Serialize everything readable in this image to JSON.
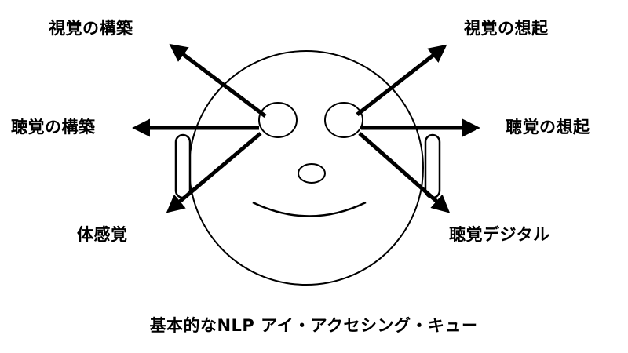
{
  "diagram": {
    "caption": "基本的なNLP アイ・アクセシング・キュー",
    "labels": {
      "visual_construct": "視覚の構築",
      "visual_recall": "視覚の想起",
      "auditory_construct": "聴覚の構築",
      "auditory_recall": "聴覚の想起",
      "kinesthetic": "体感覚",
      "auditory_digital": "聴覚デジタル"
    },
    "colors": {
      "stroke": "#000000",
      "background": "#ffffff"
    }
  }
}
